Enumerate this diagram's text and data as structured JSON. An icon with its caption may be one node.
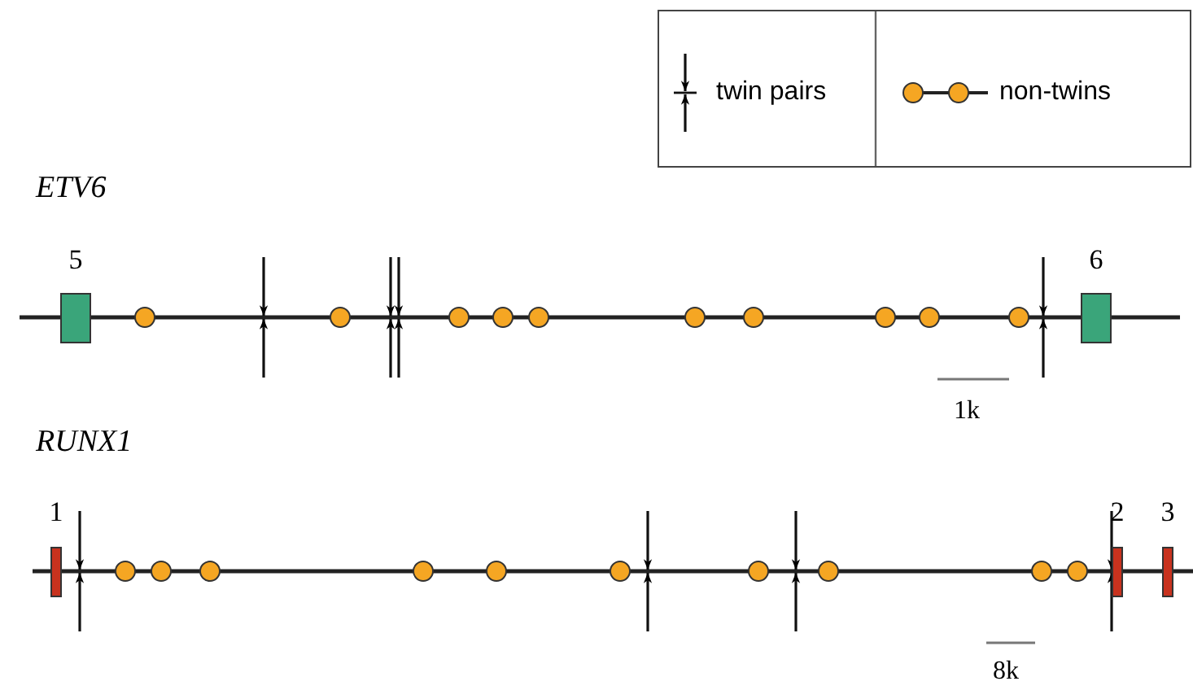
{
  "diagram": {
    "nodes": [
      {
        "text": [
          "5"
        ]
      },
      {
        "text": [
          "6"
        ]
      },
      {
        "text": [
          "1"
        ]
      },
      {
        "text": [
          "2"
        ]
      },
      {
        "text": [
          "3"
        ]
      }
    ],
    "edges": [
      {
        "from": 0,
        "to": 1,
        "arrow": "none"
      },
      {
        "from": 2,
        "to": 3,
        "arrow": "none"
      },
      {
        "from": 3,
        "to": 4,
        "arrow": "none"
      }
    ],
    "labels": [
      "ETV6",
      "1k",
      "RUNX1",
      "8k"
    ],
    "legend": [
      {
        "text": "twin pairs"
      },
      {
        "text": "non-twins"
      }
    ]
  }
}
